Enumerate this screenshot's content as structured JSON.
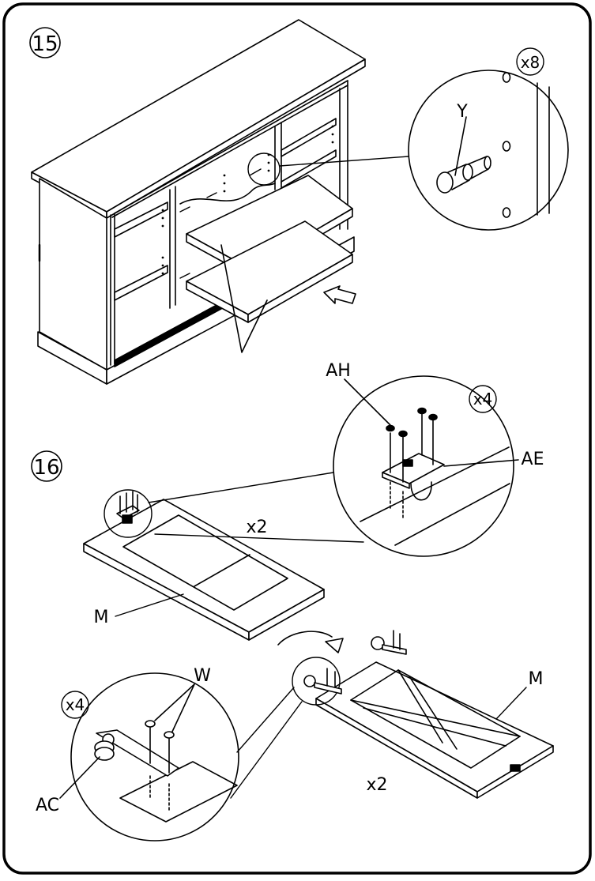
{
  "steps": [
    {
      "number": "15",
      "callout": {
        "count": "x8",
        "part": "Y"
      }
    },
    {
      "number": "16",
      "panel_top": {
        "count": "x2",
        "part": "M"
      },
      "zoom_top": {
        "count": "x4",
        "screw": "AH",
        "bracket": "AE"
      },
      "panel_bottom": {
        "count": "x2",
        "part": "M"
      },
      "zoom_bottom": {
        "count": "x4",
        "screw": "W",
        "wheel": "AC"
      }
    }
  ],
  "colors": {
    "ink": "#000000",
    "paper": "#ffffff"
  }
}
